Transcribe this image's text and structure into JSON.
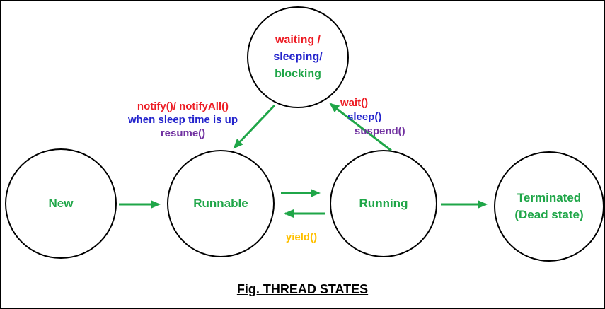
{
  "diagram": {
    "title": "Fig. THREAD STATES",
    "states": {
      "new": "New",
      "runnable": "Runnable",
      "running": "Running",
      "terminated_line1": "Terminated",
      "terminated_line2": "(Dead state)",
      "waiting_line1": "waiting /",
      "waiting_line2": "sleeping/",
      "waiting_line3": "blocking"
    },
    "labels": {
      "notify": "notify()/ notifyAll()",
      "sleep_up": "when sleep time is up",
      "resume": "resume()",
      "wait": "wait()",
      "sleep": "sleep()",
      "suspend": "suspend()",
      "yield": "yield()"
    },
    "colors": {
      "state_text": "#1fa648",
      "arrow": "#1fa648",
      "red": "#ed1c24",
      "blue": "#2323cc",
      "purple": "#7030a0",
      "gold": "#ffc000"
    }
  }
}
